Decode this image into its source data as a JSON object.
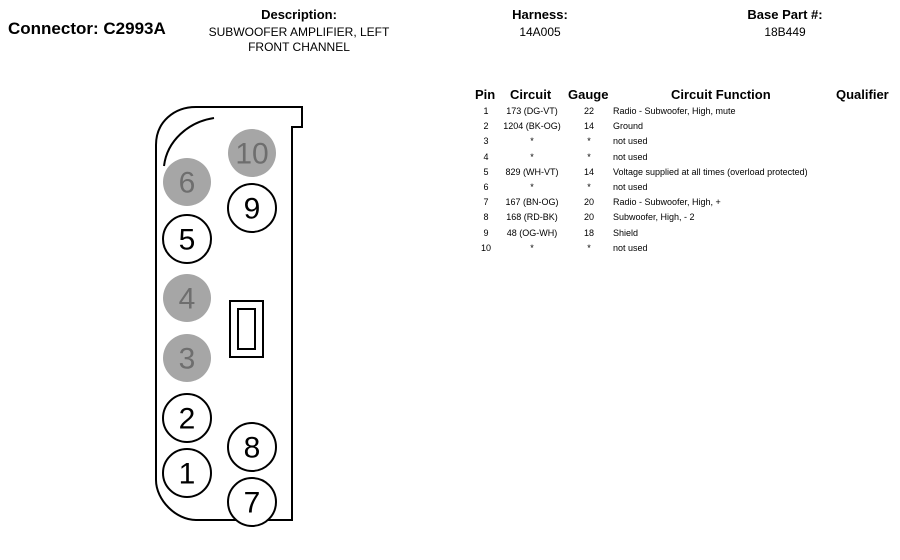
{
  "header": {
    "connector_title": "Connector: C2993A",
    "description_label": "Description:",
    "description_line1": "SUBWOOFER AMPLIFIER, LEFT",
    "description_line2": "FRONT CHANNEL",
    "harness_label": "Harness:",
    "harness_value": "14A005",
    "base_part_label": "Base Part #:",
    "base_part_value": "18B449"
  },
  "table": {
    "headers": {
      "pin": "Pin",
      "circuit": "Circuit",
      "gauge": "Gauge",
      "function": "Circuit Function",
      "qualifier": "Qualifier"
    },
    "rows": [
      {
        "pin": "1",
        "circuit": "173 (DG-VT)",
        "gauge": "22",
        "function": "Radio - Subwoofer, High, mute"
      },
      {
        "pin": "2",
        "circuit": "1204 (BK-OG)",
        "gauge": "14",
        "function": "Ground"
      },
      {
        "pin": "3",
        "circuit": "*",
        "gauge": "*",
        "function": "not used"
      },
      {
        "pin": "4",
        "circuit": "*",
        "gauge": "*",
        "function": "not used"
      },
      {
        "pin": "5",
        "circuit": "829 (WH-VT)",
        "gauge": "14",
        "function": "Voltage supplied at all times (overload protected)"
      },
      {
        "pin": "6",
        "circuit": "*",
        "gauge": "*",
        "function": "not used"
      },
      {
        "pin": "7",
        "circuit": "167 (BN-OG)",
        "gauge": "20",
        "function": "Radio - Subwoofer, High, +"
      },
      {
        "pin": "8",
        "circuit": "168 (RD-BK)",
        "gauge": "20",
        "function": "Subwoofer, High, - 2"
      },
      {
        "pin": "9",
        "circuit": "48 (OG-WH)",
        "gauge": "18",
        "function": "Shield"
      },
      {
        "pin": "10",
        "circuit": "*",
        "gauge": "*",
        "function": "not used"
      }
    ]
  },
  "connector": {
    "pins": [
      {
        "num": "10",
        "used": false
      },
      {
        "num": "6",
        "used": false
      },
      {
        "num": "9",
        "used": true
      },
      {
        "num": "5",
        "used": true
      },
      {
        "num": "4",
        "used": false
      },
      {
        "num": "3",
        "used": false
      },
      {
        "num": "2",
        "used": true
      },
      {
        "num": "8",
        "used": true
      },
      {
        "num": "1",
        "used": true
      },
      {
        "num": "7",
        "used": true
      }
    ],
    "colors": {
      "unused_fill": "#a6a6a6",
      "unused_text": "#6e6e6e",
      "outline": "#000000"
    }
  }
}
